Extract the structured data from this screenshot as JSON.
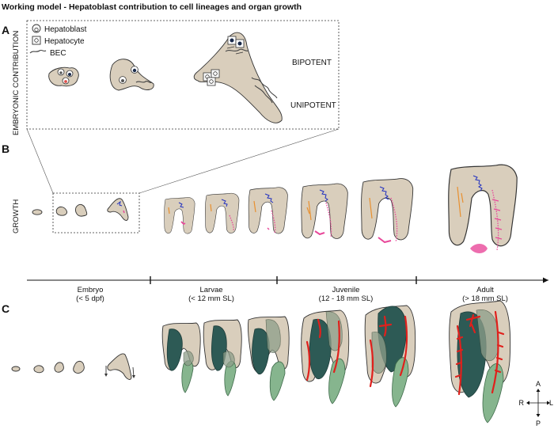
{
  "title": "Working model - Hepatoblast contribution to cell lineages and organ growth",
  "panels": {
    "a_letter": "A",
    "b_letter": "B",
    "c_letter": "C",
    "a_side_label": "EMBRYONIC CONTRIBUTION",
    "b_side_label": "GROWTH"
  },
  "legend": {
    "hepatoblast": "Hepatoblast",
    "hepatocyte": "Hepatocyte",
    "bec": "BEC"
  },
  "potency": {
    "bipotent": "BIPOTENT",
    "unipotent": "UNIPOTENT"
  },
  "timeline": [
    {
      "stage": "Embryo",
      "range": "(< 5 dpf)"
    },
    {
      "stage": "Larvae",
      "range": "(< 12 mm SL)"
    },
    {
      "stage": "Juvenile",
      "range": "(12 - 18 mm SL)"
    },
    {
      "stage": "Adult",
      "range": "(> 18 mm SL)"
    }
  ],
  "axes": {
    "anterior": "A",
    "posterior": "P",
    "right": "R",
    "left": "L"
  },
  "colors": {
    "liver": "#d9cebc",
    "dark_lobe": "#2d5a55",
    "light_lobe": "#86b58e",
    "vessel": "#e0201c",
    "pink_cells": "#e8489a",
    "orange_cells": "#e89030",
    "blue_cells": "#2030c0"
  }
}
